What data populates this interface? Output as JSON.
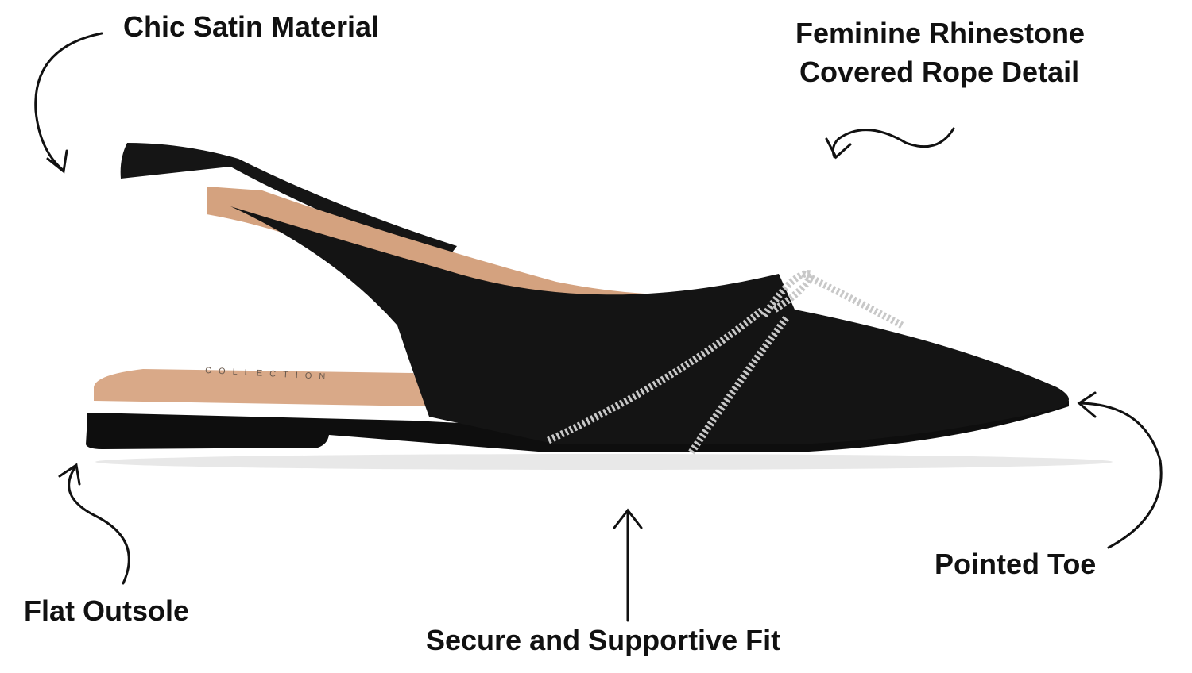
{
  "labels": {
    "satin": "Chic Satin Material",
    "rhinestone_line1": "Feminine Rhinestone",
    "rhinestone_line2": "Covered Rope Detail",
    "toe": "Pointed Toe",
    "outsole": "Flat Outsole",
    "fit": "Secure and Supportive Fit"
  },
  "insole_brand": "COLLECTION",
  "colors": {
    "satin": "#141414",
    "lining": "#d9a988",
    "text": "#111111"
  }
}
